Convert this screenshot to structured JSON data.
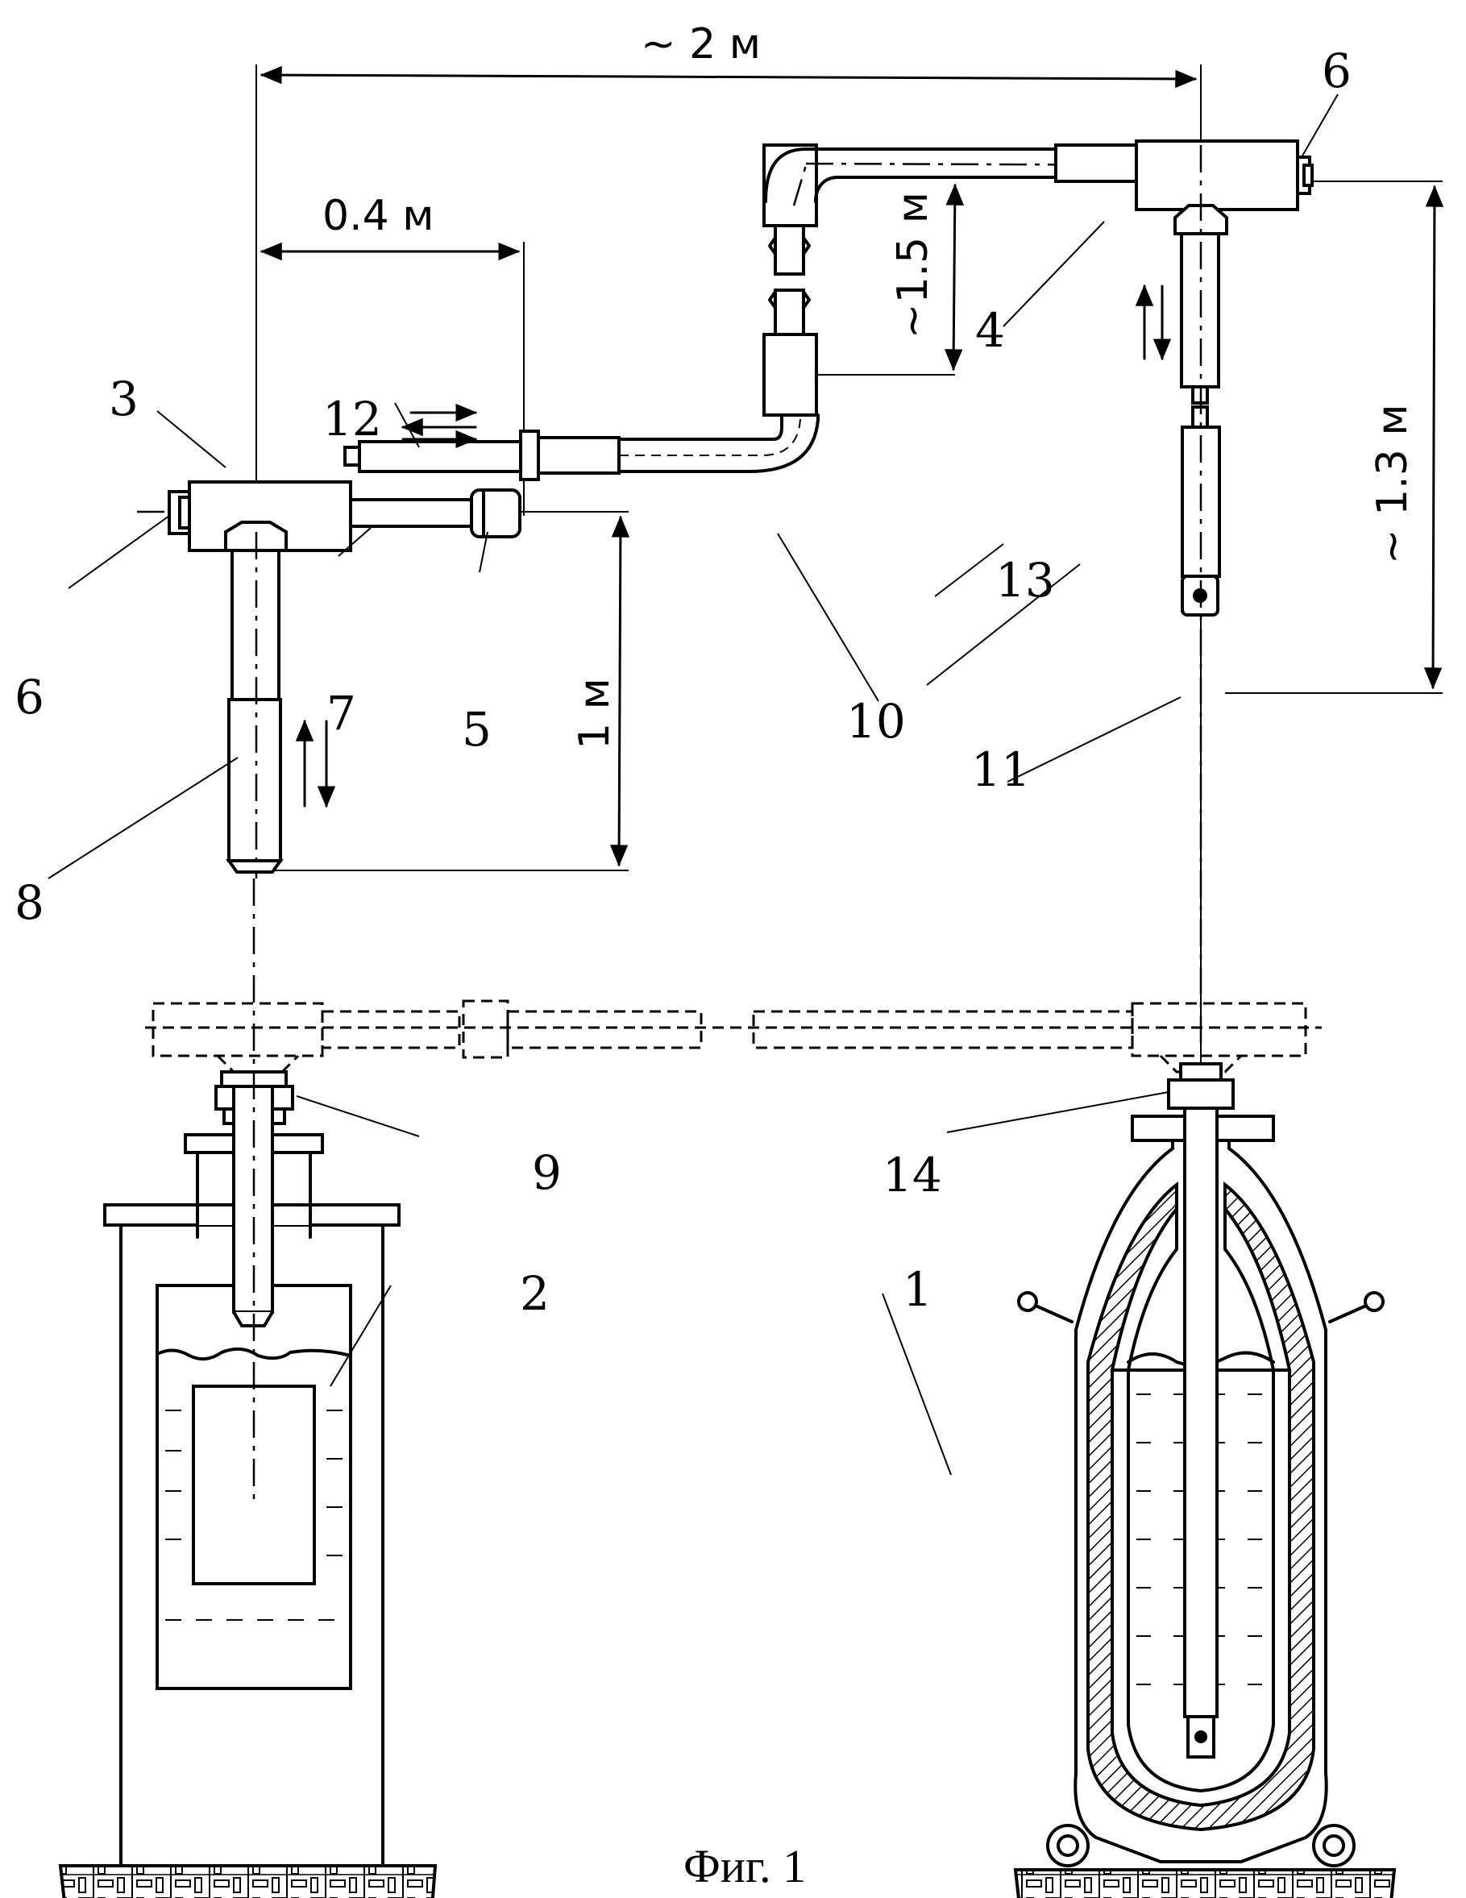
{
  "figure": {
    "caption": "Фиг. 1"
  },
  "dimensions": {
    "total_span": "~ 2 м",
    "arm_offset": "0.4 м",
    "hose_rise": "~1.5 м",
    "right_height": "~ 1.3 м",
    "left_height": "1 м"
  },
  "labels": {
    "vessel_right": "1",
    "vessel_left": "2",
    "tee_left": "3",
    "tee_right": "4",
    "coupling": "5",
    "plug_left": "6",
    "plug_right": "6",
    "arm": "7",
    "probe_left": "8",
    "nut_left": "9",
    "flex_hose": "10",
    "valve": "11",
    "rod": "12",
    "probe_right": "13",
    "nut_right": "14"
  }
}
